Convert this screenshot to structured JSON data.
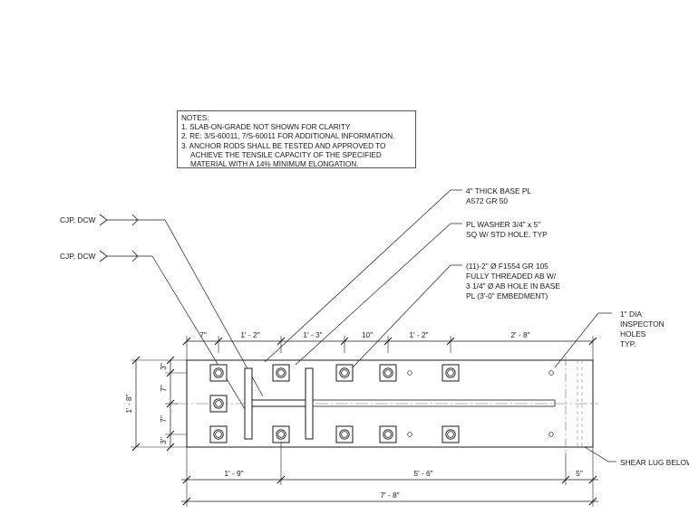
{
  "notes": {
    "title": "NOTES:",
    "lines": [
      "1. SLAB-ON-GRADE NOT SHOWN FOR CLARITY",
      "2. RE: 3/S-60011, 7/S-60011 FOR ADDITIONAL INFORMATION.",
      "3. ANCHOR RODS SHALL BE TESTED AND APPROVED TO",
      "ACHIEVE THE TENSILE CAPACITY OF THE SPECIFIED",
      "MATERIAL WITH A 14% MINIMUM ELONGATION."
    ]
  },
  "weld_labels": {
    "top": "CJP, DCW",
    "bottom": "CJP, DCW"
  },
  "callouts": {
    "base_plate": [
      "4\" THICK BASE PL",
      "A572 GR 50"
    ],
    "washer": [
      "PL WASHER 3/4\" x 5\"",
      "SQ W/ STD HOLE, TYP"
    ],
    "anchor_bolts": [
      "(11)-2\" Ø F1554 GR 105",
      "FULLY THREADED AB W/",
      "3 1/4\" Ø AB HOLE IN BASE",
      "PL (3'-0\" EMBEDMENT)"
    ],
    "inspection_holes": [
      "1\" DIA",
      "INSPECTON",
      "HOLES",
      "TYP."
    ],
    "shear_lug": "SHEAR LUG BELOW"
  },
  "dimensions": {
    "top": [
      "7\"",
      "1' - 2\"",
      "1' - 3\"",
      "10\"",
      "1' - 2\"",
      "2' - 8\""
    ],
    "left": [
      "3\"",
      "7\"",
      "7\"",
      "3\""
    ],
    "left_overall": "1' - 8\"",
    "bottom_row1": [
      "1' - 9\"",
      "5' - 6\"",
      "5\""
    ],
    "bottom_overall": "7' - 8\""
  }
}
